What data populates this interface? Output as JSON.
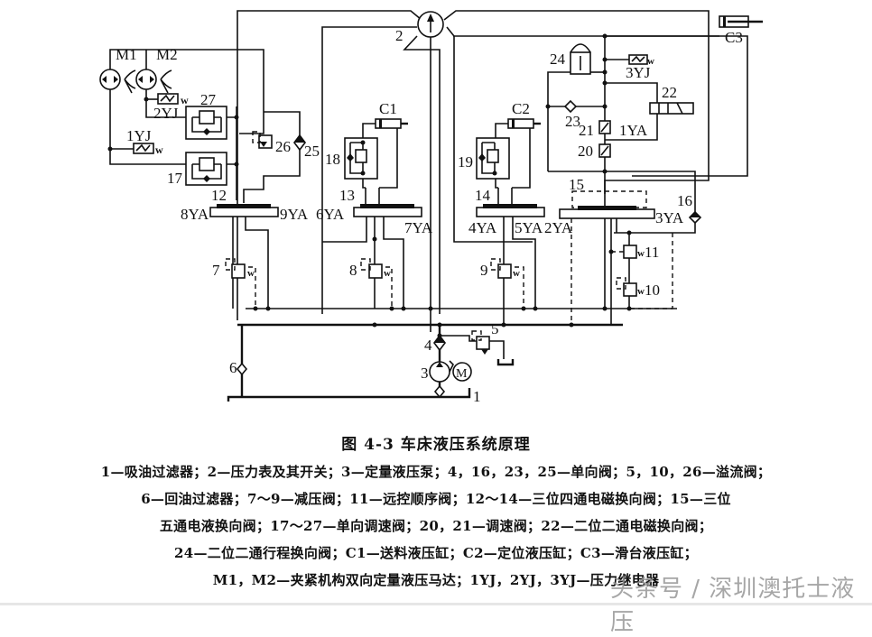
{
  "figure": {
    "title": "图 4-3   车床液压系统原理",
    "component_labels": {
      "M1": "M1",
      "M2": "M2",
      "YJ1": "1YJ",
      "YJ2": "2YJ",
      "YJ3": "3YJ",
      "n1": "1",
      "n2": "2",
      "n3": "3",
      "n4": "4",
      "n5": "5",
      "n6": "6",
      "n7": "7",
      "n8": "8",
      "n9": "9",
      "n10": "10",
      "n11": "11",
      "n12": "12",
      "n13": "13",
      "n14": "14",
      "n15": "15",
      "n16": "16",
      "n17": "17",
      "n18": "18",
      "n19": "19",
      "n20": "20",
      "n21": "21",
      "n22": "22",
      "n23": "23",
      "n24": "24",
      "n25": "25",
      "n26": "26",
      "n27": "27",
      "C1": "C1",
      "C2": "C2",
      "C3": "C3",
      "YA1": "1YA",
      "YA2": "2YA",
      "YA3": "3YA",
      "YA4": "4YA",
      "YA5": "5YA",
      "YA6": "6YA",
      "YA7": "7YA",
      "YA8": "8YA",
      "YA9": "9YA",
      "motor": "M"
    },
    "legend": [
      "1—吸油过滤器；2—压力表及其开关；3—定量液压泵；4，16，23，25—单向阀；5，10，26—溢流阀；",
      "6—回油过滤器；7～9—减压阀；11—远控顺序阀；12～14—三位四通电磁换向阀；15—三位",
      "五通电液换向阀；17～27—单向调速阀；20，21—调速阀；22—二位二通电磁换向阀；",
      "24—二位二通行程换向阀；C1—送料液压缸；C2—定位液压缸；C3—滑台液压缸；",
      "M1，M2—夹紧机构双向定量液压马达；1YJ，2YJ，3YJ—压力继电器"
    ]
  },
  "watermark": "头条号 / 深圳澳托士液压"
}
